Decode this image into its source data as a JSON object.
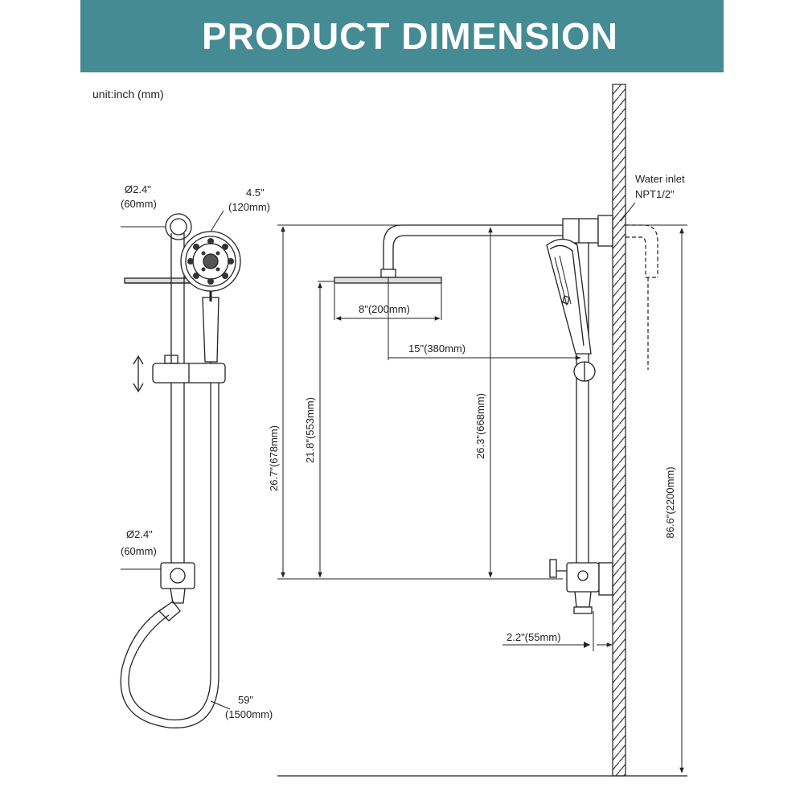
{
  "header": {
    "title": "PRODUCT DIMENSION",
    "bg_color": "#458b93",
    "text_color": "#ffffff"
  },
  "unit_note": "unit:inch (mm)",
  "side_view": {
    "top_bracket_dia": {
      "line1": "Ø2.4\"",
      "line2": "(60mm)"
    },
    "handheld_dia": {
      "line1": "4.5\"",
      "line2": "(120mm)"
    },
    "lower_bracket_dia": {
      "line1": "Ø2.4\"",
      "line2": "(60mm)"
    },
    "hose_length": {
      "line1": "59\"",
      "line2": "(1500mm)"
    }
  },
  "front_view": {
    "water_inlet": {
      "line1": "Water inlet",
      "line2": "NPT1/2\""
    },
    "rain_head_width": "8\"(200mm)",
    "arm_reach": "15\"(380mm)",
    "total_rail_height": "26.7\"(678mm)",
    "head_to_valve": "21.8\"(553mm)",
    "arm_to_valve": "26.3\"(668mm)",
    "wall_offset": "2.2\"(55mm)",
    "floor_to_inlet": "86.6\"(2200mm)"
  },
  "colors": {
    "line": "#222222",
    "wall_hatch": "#444444"
  }
}
